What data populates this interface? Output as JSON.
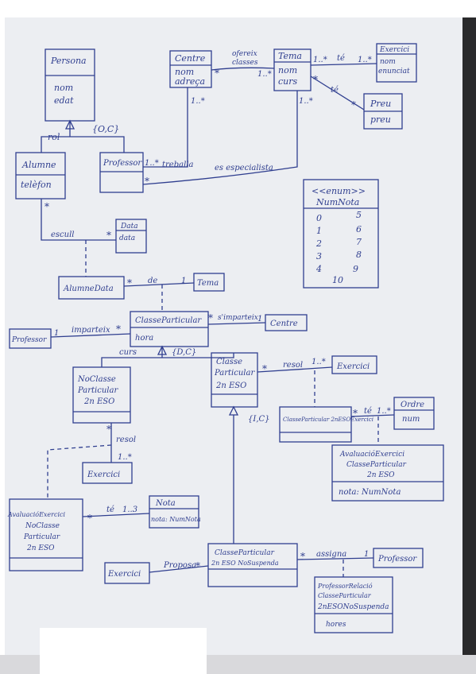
{
  "diagram": {
    "ink_color": "#2f3e8f",
    "classes": {
      "persona": {
        "name": "Persona",
        "attrs": [
          "nom",
          "edat"
        ]
      },
      "centre": {
        "name": "Centre",
        "attrs": [
          "nom",
          "adreça"
        ]
      },
      "tema": {
        "name": "Tema",
        "attrs": [
          "nom",
          "curs"
        ]
      },
      "exercici_top": {
        "name": "Exercici",
        "attrs": [
          "nom",
          "enunciat"
        ]
      },
      "preu": {
        "name": "Preu",
        "attrs": [
          "preu"
        ]
      },
      "alumne": {
        "name": "Alumne",
        "attrs": [
          "telèfon"
        ]
      },
      "professor_top": {
        "name": "Professor",
        "attrs": []
      },
      "data": {
        "name": "Data",
        "attrs": [
          "data"
        ]
      },
      "alumne_data": {
        "name": "AlumneData"
      },
      "tema_mid": {
        "name": "Tema"
      },
      "classe_particular": {
        "name": "ClasseParticular",
        "attrs": [
          "hora"
        ]
      },
      "professor_left": {
        "name": "Professor"
      },
      "centre_mid": {
        "name": "Centre"
      },
      "no_classe": {
        "name_lines": [
          "NoClasse",
          "Particular",
          "2n ESO"
        ]
      },
      "classe_2neso": {
        "name_lines": [
          "Classe",
          "Particular",
          "2n ESO"
        ]
      },
      "exercici_mid": {
        "name": "Exercici"
      },
      "cp_2neso_exercici": {
        "name": "ClasseParticular 2nESOExercici"
      },
      "ordre": {
        "name": "Ordre",
        "attrs": [
          "num"
        ]
      },
      "avaluacio_right": {
        "name_lines": [
          "AvaluacióExercici",
          "ClasseParticular",
          "2n ESO"
        ],
        "attrs": [
          "nota: NumNota"
        ]
      },
      "exercici_lower": {
        "name": "Exercici"
      },
      "avaluacio_left": {
        "name_lines": [
          "AvaluacióExercici",
          "NoClasse",
          "Particular",
          "2n ESO"
        ]
      },
      "nota": {
        "name": "Nota",
        "attrs": [
          "nota: NumNota"
        ]
      },
      "no_suspenda": {
        "name_lines": [
          "ClasseParticular",
          "2n ESO NoSuspenda"
        ]
      },
      "exercici_bottom": {
        "name": "Exercici"
      },
      "professor_bottom": {
        "name": "Professor"
      },
      "professor_relacio": {
        "name_lines": [
          "ProfessorRelació",
          "ClasseParticular",
          "2nESONoSuspenda"
        ],
        "attrs": [
          "hores"
        ]
      }
    },
    "enum_box": {
      "stereotype": "<<enum>>",
      "name": "NumNota",
      "values_left": [
        "0",
        "1",
        "2",
        "3",
        "4"
      ],
      "values_right": [
        "5",
        "6",
        "7",
        "8",
        "9"
      ],
      "last_value": "10"
    },
    "labels": {
      "ofereix_classes": [
        "ofereix",
        "classes"
      ],
      "te_exercici": "té",
      "te_preu": "té",
      "rol": "rol",
      "rol_constraint": "{O,C}",
      "treballa": "treballa",
      "es_especialista": "es especialista",
      "esculli": "escull",
      "de": "de",
      "imparteix_left": "imparteix",
      "imparteix_right": "s'imparteix",
      "curs": "curs",
      "gen_constraint": "{D,C}",
      "resol_top": "resol",
      "te_ordre": "té",
      "resol_mid": "resol",
      "sub_constraint": "{I,C}",
      "te_nota": "té",
      "proposa": "Proposa",
      "assigna": "assigna"
    },
    "mult": {
      "star": "*",
      "one_star": "1..*",
      "one": "1",
      "one_three": "1..3"
    }
  }
}
